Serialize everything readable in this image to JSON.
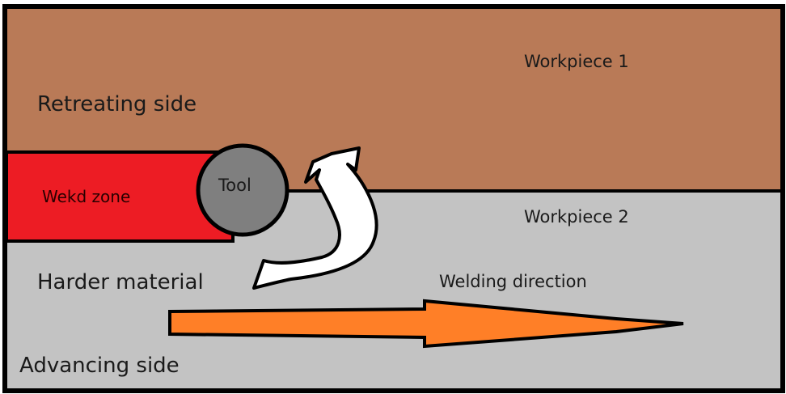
{
  "labels": {
    "workpiece_1": "Workpiece 1",
    "retreating_side": "Retreating side",
    "weld_zone": "Wekd zone",
    "tool": "Tool",
    "workpiece_2": "Workpiece 2",
    "harder_material": "Harder material",
    "welding_direction": "Welding direction",
    "advancing_side": "Advancing side"
  },
  "colors": {
    "workpiece_1": "#b97a57",
    "workpiece_2": "#c3c3c3",
    "weld_zone": "#ed1c24",
    "tool": "#7f7f7f",
    "arrow": "#ff7f27",
    "outline": "#000000",
    "rotation_arrow": "#ffffff"
  }
}
